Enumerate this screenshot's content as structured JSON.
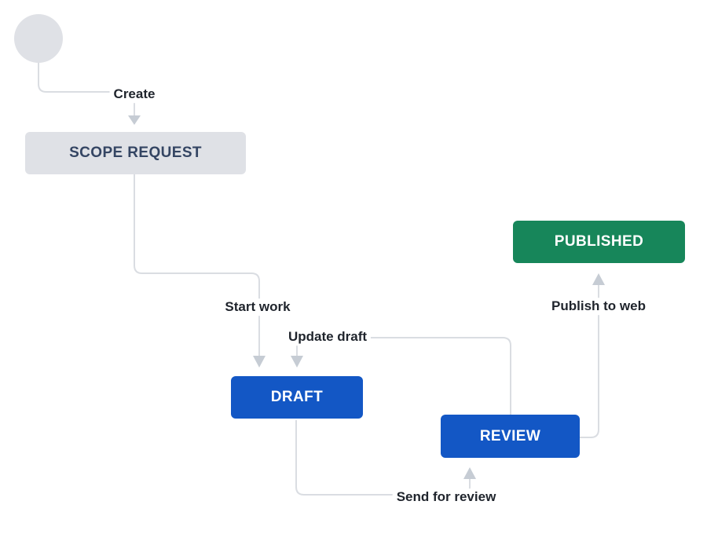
{
  "diagram": {
    "type": "workflow",
    "background": "#ffffff",
    "colors": {
      "line": "#dadde2",
      "arrow": "#c6ccd4",
      "initial_node_fill": "#dfe1e6",
      "gray_status_fill": "#dfe1e6",
      "gray_status_text": "#344563",
      "blue_status_fill": "#1357c5",
      "green_status_fill": "#17865a",
      "status_text_light": "#ffffff",
      "label_text": "#1f242c"
    },
    "nodes": [
      {
        "id": "initial",
        "label": "",
        "category": "initial-circle"
      },
      {
        "id": "scope-request",
        "label": "SCOPE REQUEST",
        "category": "todo"
      },
      {
        "id": "draft",
        "label": "DRAFT",
        "category": "in-progress"
      },
      {
        "id": "review",
        "label": "REVIEW",
        "category": "in-progress"
      },
      {
        "id": "published",
        "label": "PUBLISHED",
        "category": "done"
      }
    ],
    "transitions": [
      {
        "label": "Create",
        "from": "initial",
        "to": "scope-request"
      },
      {
        "label": "Start work",
        "from": "scope-request",
        "to": "draft"
      },
      {
        "label": "Update draft",
        "from": "review",
        "to": "draft"
      },
      {
        "label": "Send for review",
        "from": "draft",
        "to": "review"
      },
      {
        "label": "Publish to web",
        "from": "review",
        "to": "published"
      }
    ]
  }
}
